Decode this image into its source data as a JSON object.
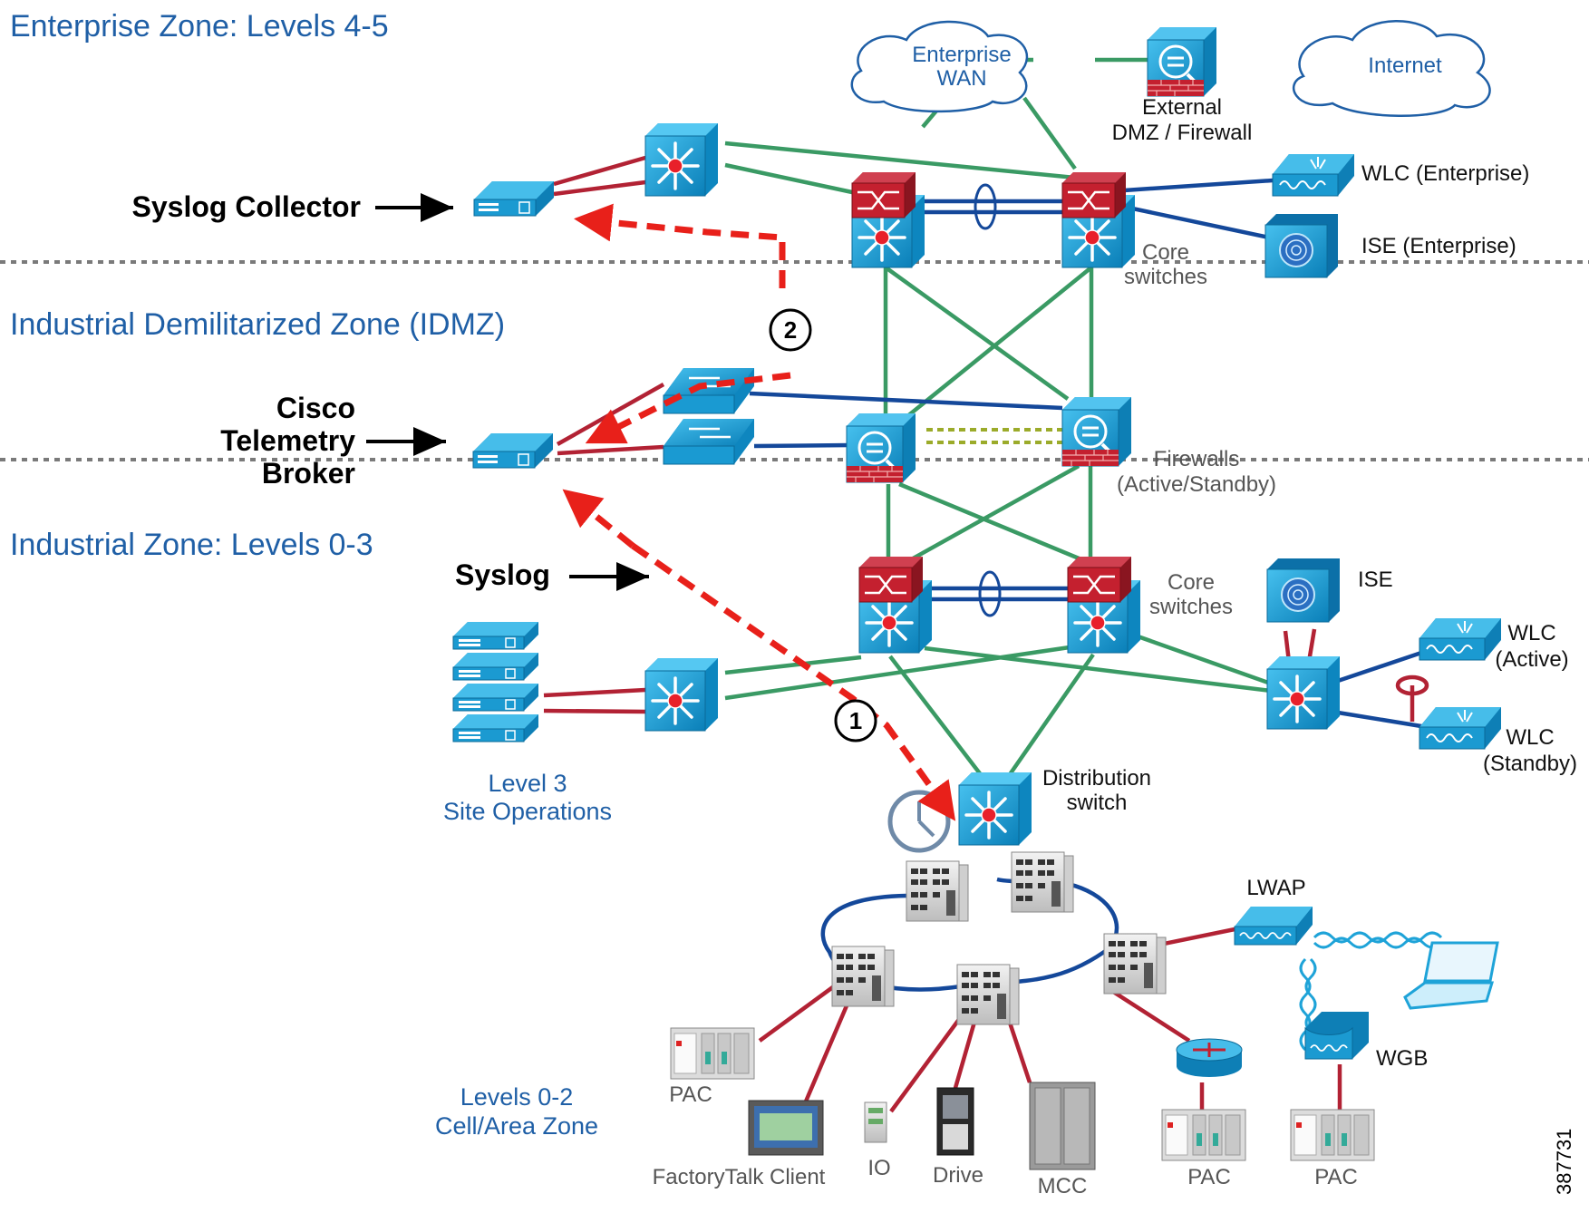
{
  "zones": {
    "enterprise": "Enterprise Zone: Levels 4-5",
    "idmz": "Industrial Demilitarized Zone (IDMZ)",
    "industrial": "Industrial Zone: Levels 0-3"
  },
  "clouds": {
    "wan_line1": "Enterprise",
    "wan_line2": "WAN",
    "internet": "Internet"
  },
  "labels": {
    "ext_fw_1": "External",
    "ext_fw_2": "DMZ / Firewall",
    "wlc_ent": "WLC (Enterprise)",
    "ise_ent": "ISE (Enterprise)",
    "core1_1": "Core",
    "core1_2": "switches",
    "syslog_collector": "Syslog Collector",
    "ctb_1": "Cisco",
    "ctb_2": "Telemetry",
    "ctb_3": "Broker",
    "fw_1": "Firewalls",
    "fw_2": "(Active/Standby)",
    "syslog": "Syslog",
    "core2_1": "Core",
    "core2_2": "switches",
    "ise": "ISE",
    "wlc_a1": "WLC",
    "wlc_a2": "(Active)",
    "wlc_s1": "WLC",
    "wlc_s2": "(Standby)",
    "l3_1": "Level 3",
    "l3_2": "Site Operations",
    "dist_1": "Distribution",
    "dist_2": "switch",
    "lwap": "LWAP",
    "wgb": "WGB",
    "l02_1": "Levels 0-2",
    "l02_2": "Cell/Area Zone",
    "pac_a": "PAC",
    "ftc": "FactoryTalk Client",
    "io": "IO",
    "drive": "Drive",
    "mcc": "MCC",
    "pac_b": "PAC",
    "pac_c": "PAC"
  },
  "badges": {
    "step1": "1",
    "step2": "2"
  },
  "figure_id": "387731",
  "colors": {
    "zone_text": "#1f5fa6",
    "link_green": "#3a9a64",
    "link_red": "#b22234",
    "link_navy": "#14489a",
    "flow_red": "#e8201a",
    "device_blue": "#1ea3d8",
    "ha_link": "#9bab2a"
  }
}
